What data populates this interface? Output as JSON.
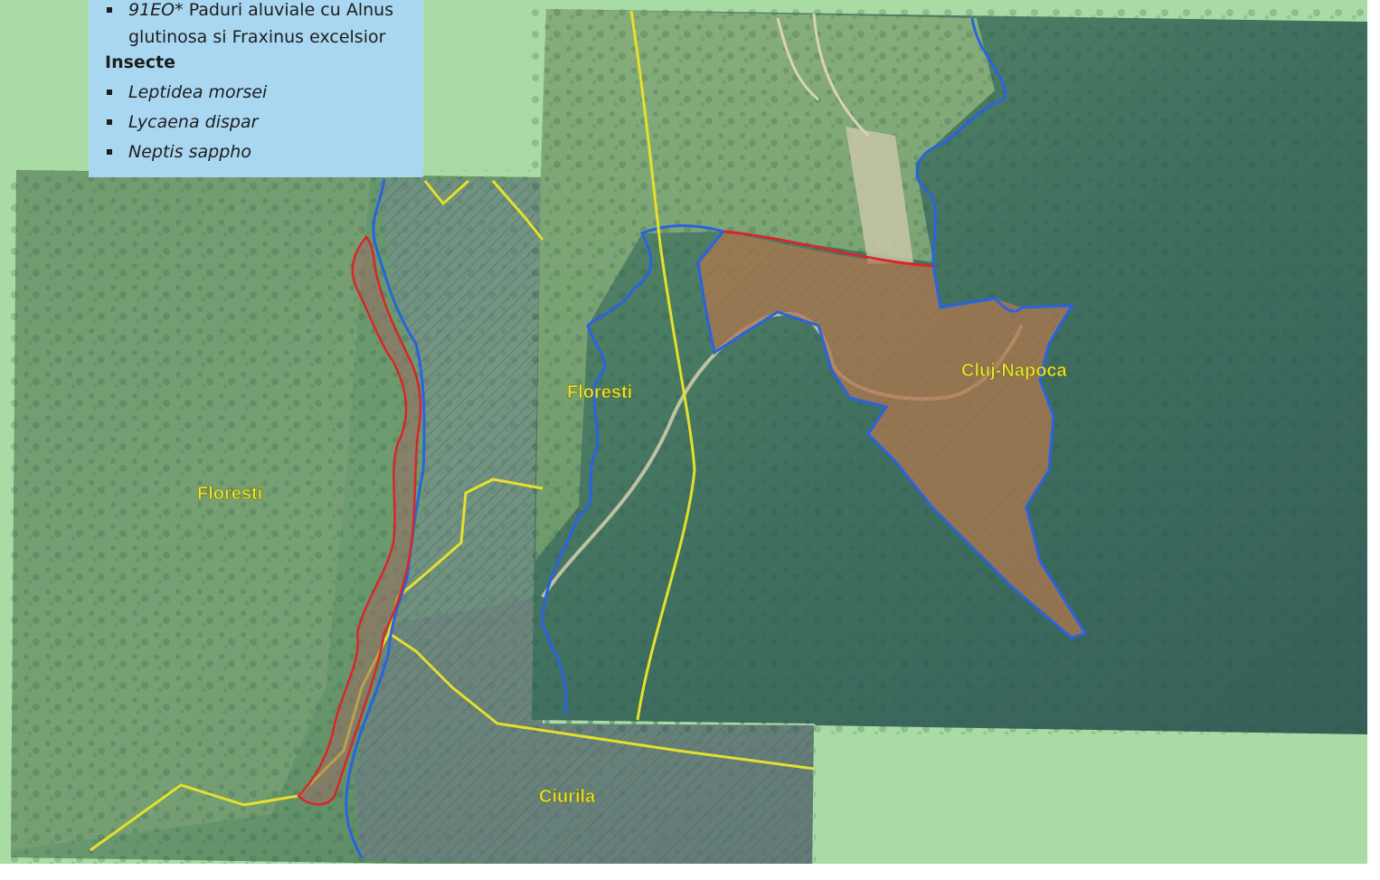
{
  "legend": {
    "habitat_code": "91EO*",
    "habitat_line1": "Paduri aluviale cu Alnus",
    "habitat_line2": "glutinosa si Fraxinus excelsior",
    "insects_heading": "Insecte",
    "species": [
      "Leptidea morsei",
      "Lycaena dispar",
      "Neptis sappho"
    ]
  },
  "map_labels": {
    "left_floresti": "Floresti",
    "right_floresti": "Floresti",
    "cluj_napoca": "Cluj-Napoca",
    "ciurila": "Ciurila"
  },
  "colors": {
    "background": "#a9dca4",
    "legend_bg": "#a9d7f2",
    "boundary_blue": "#2a63e0",
    "boundary_red": "#d8262a",
    "admin_yellow": "#e6e02c",
    "label_yellow": "#e8e23a",
    "highlight_brown": "#b0784e"
  }
}
